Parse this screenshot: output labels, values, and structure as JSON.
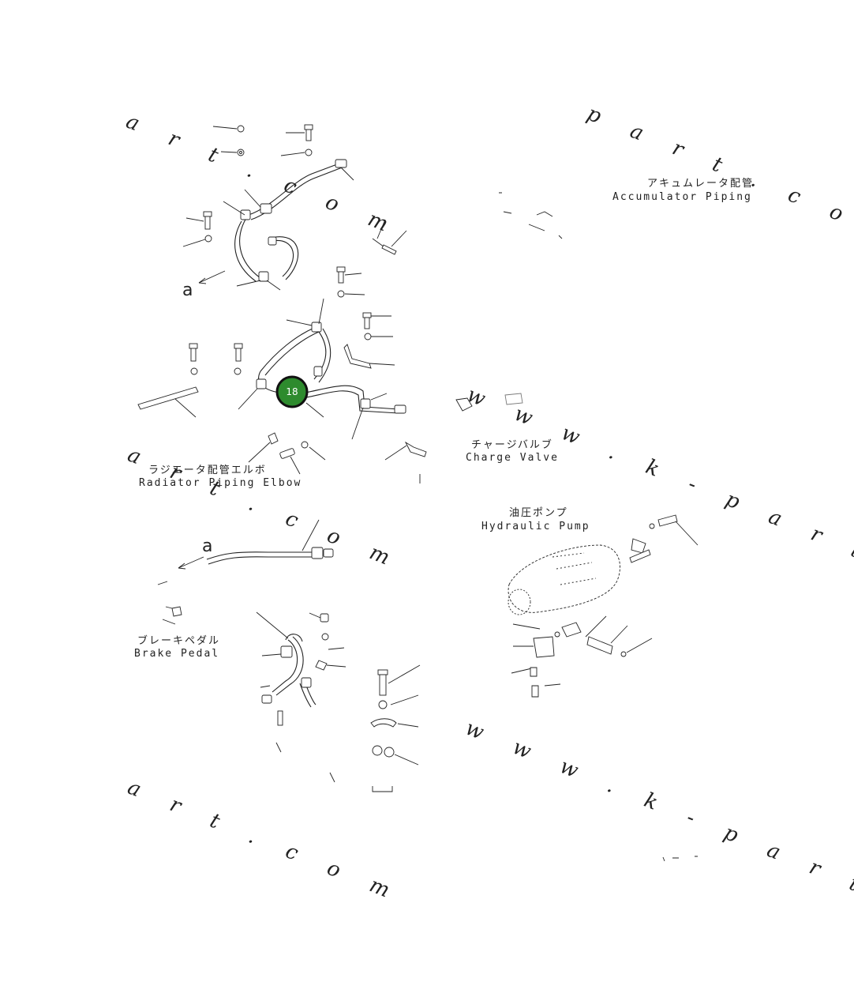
{
  "watermarks": [
    "a r t . c o m",
    "p a r t . c o m",
    "w w w . k - p a r t . c o m",
    "a r t . c o m",
    "a r t . c o m",
    "w w w . k - p a r t . c o m"
  ],
  "labels": {
    "accumulator_jp": "アキュムレータ配管",
    "accumulator_en": "Accumulator Piping",
    "radiator_jp": "ラジエータ配管エルボ",
    "radiator_en": "Radiator Piping Elbow",
    "charge_jp": "チャージバルブ",
    "charge_en": "Charge Valve",
    "pump_jp": "油圧ポンプ",
    "pump_en": "Hydraulic Pump",
    "brake_jp": "ブレーキペダル",
    "brake_en": "Brake Pedal"
  },
  "refs": {
    "a_top": "a",
    "a_mid": "a"
  },
  "callout": {
    "number": "18",
    "color": "#2e8b2e",
    "ring": "#111111"
  }
}
